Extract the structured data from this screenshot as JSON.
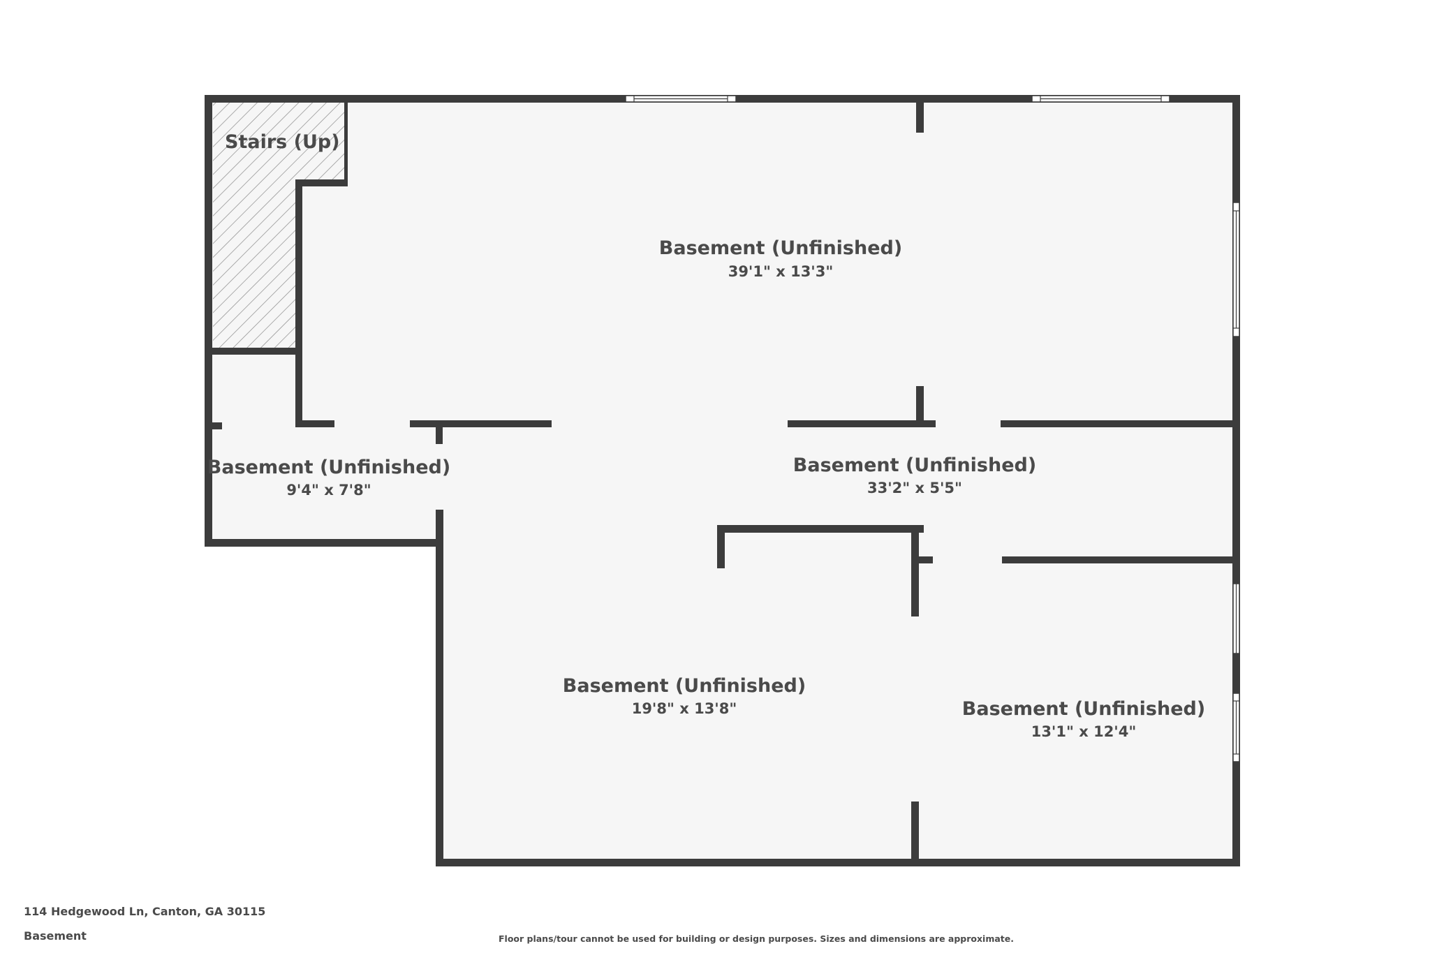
{
  "plan": {
    "rooms": [
      {
        "id": "main",
        "name": "Basement (Unfinished)",
        "dims": "39'1\" x 13'3\""
      },
      {
        "id": "left-small",
        "name": "Basement (Unfinished)",
        "dims": "9'4\" x 7'8\""
      },
      {
        "id": "hall",
        "name": "Basement (Unfinished)",
        "dims": "33'2\" x 5'5\""
      },
      {
        "id": "bottom-center",
        "name": "Basement (Unfinished)",
        "dims": "19'8\" x 13'8\""
      },
      {
        "id": "bottom-right",
        "name": "Basement (Unfinished)",
        "dims": "13'1\" x 12'4\""
      }
    ],
    "stairs_label": "Stairs (Up)",
    "colors": {
      "wall": "#3c3c3c",
      "floor": "#f6f6f6",
      "text": "#4a4a4a"
    }
  },
  "footer": {
    "address": "114 Hedgewood Ln, Canton, GA 30115",
    "level": "Basement",
    "disclaimer": "Floor plans/tour cannot be used for building or design purposes. Sizes and dimensions are approximate."
  }
}
